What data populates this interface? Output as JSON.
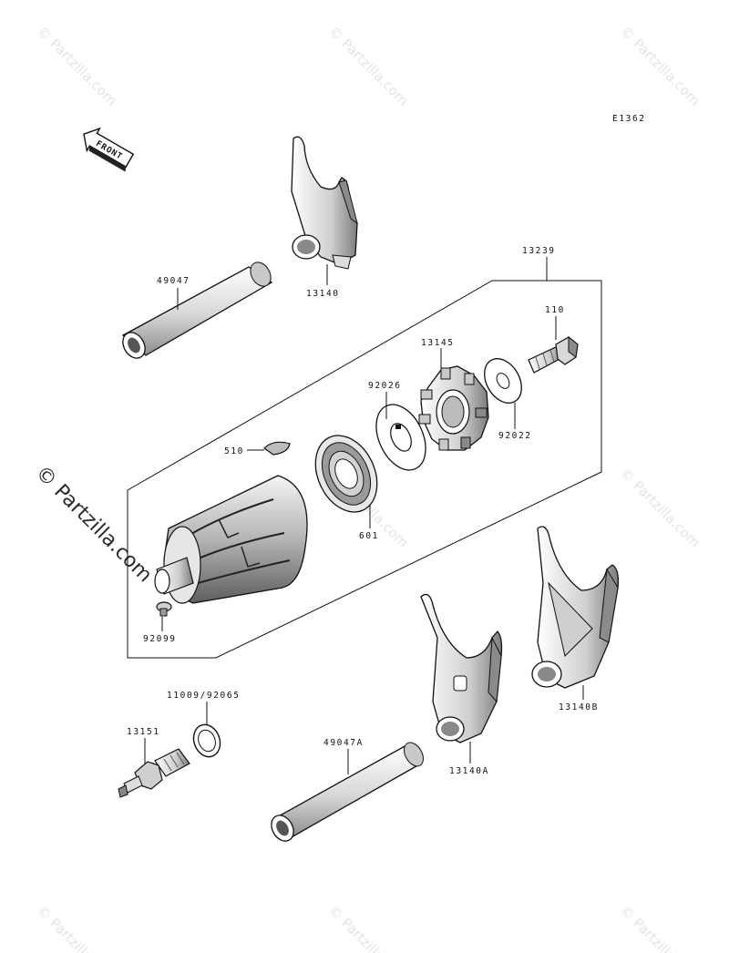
{
  "diagram_code": "E1362",
  "front_label": "FRONT",
  "watermark": "© Partzilla.com",
  "callouts": {
    "p13239": "13239",
    "p49047": "49047",
    "p13140": "13140",
    "p110": "110",
    "p13145": "13145",
    "p92026": "92026",
    "p92022": "92022",
    "p510": "510",
    "p601": "601",
    "p92099": "92099",
    "p11009_92065": "11009/92065",
    "p13151": "13151",
    "p49047A": "49047A",
    "p13140A": "13140A",
    "p13140B": "13140B"
  }
}
